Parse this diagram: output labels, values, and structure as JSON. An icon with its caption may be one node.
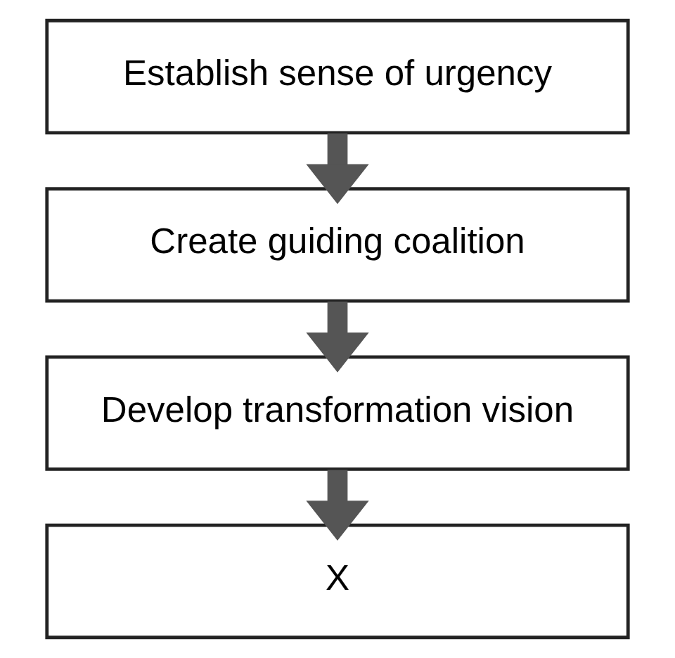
{
  "diagram": {
    "nodes": [
      {
        "text": [
          "Establish sense of urgency"
        ]
      },
      {
        "text": [
          "Create guiding coalition"
        ]
      },
      {
        "text": [
          "Develop transformation vision"
        ]
      },
      {
        "text": [
          "X"
        ]
      }
    ],
    "edges": [
      {
        "from": 0,
        "to": 1,
        "arrow": "to"
      },
      {
        "from": 1,
        "to": 2,
        "arrow": "to"
      },
      {
        "from": 2,
        "to": 3,
        "arrow": "to"
      }
    ]
  }
}
